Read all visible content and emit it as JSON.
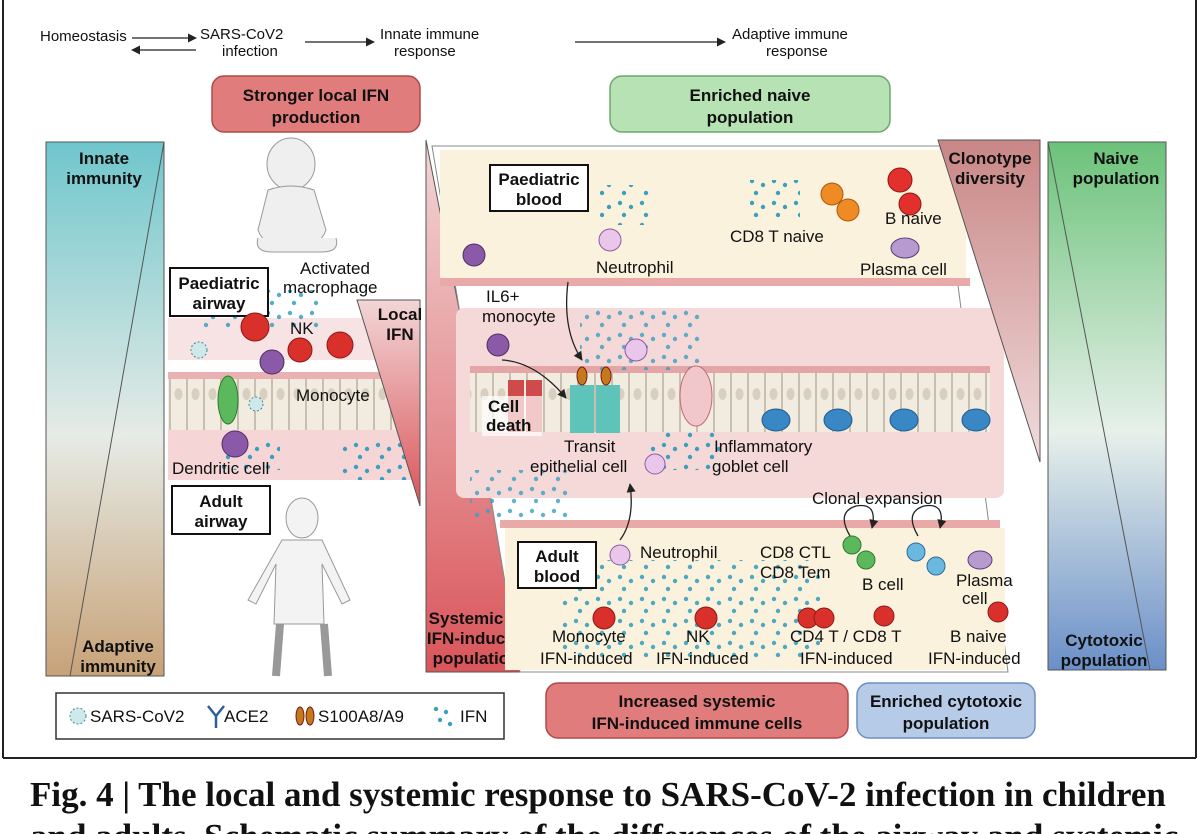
{
  "flow": {
    "homeostasis": "Homeostasis",
    "infection": [
      "SARS-CoV2",
      "infection"
    ],
    "innate": [
      "Innate immune",
      "response"
    ],
    "adaptive": [
      "Adaptive immune",
      "response"
    ]
  },
  "boxes": {
    "local_ifn": [
      "Stronger local IFN",
      "production"
    ],
    "naive": [
      "Enriched naive",
      "population"
    ],
    "systemic": [
      "Increased systemic",
      "IFN-induced immune cells"
    ],
    "cytotoxic": [
      "Enriched cytotoxic",
      "population"
    ]
  },
  "bars": {
    "innate_immunity": [
      "Innate",
      "immunity"
    ],
    "adaptive_immunity": [
      "Adaptive",
      "immunity"
    ],
    "local_ifn": [
      "Local",
      "IFN"
    ],
    "systemic_ifn": [
      "Systemic",
      "IFN-induced",
      "population"
    ],
    "clonotype": [
      "Clonotype",
      "diversity"
    ],
    "naive_population": [
      "Naive",
      "population"
    ],
    "cytotoxic_population": [
      "Cytotoxic",
      "population"
    ]
  },
  "labels": {
    "paediatric_airway": [
      "Paediatric",
      "airway"
    ],
    "adult_airway": [
      "Adult",
      "airway"
    ],
    "paediatric_blood": [
      "Paediatric",
      "blood"
    ],
    "adult_blood": [
      "Adult",
      "blood"
    ],
    "activated_macrophage": [
      "Activated",
      "macrophage"
    ],
    "nk": "NK",
    "monocyte": "Monocyte",
    "dendritic_cell": "Dendritic cell",
    "neutrophil_top": "Neutrophil",
    "cd8_t_naive": "CD8 T naive",
    "b_naive_top": "B naive",
    "plasma_cell_top": "Plasma cell",
    "il6_monocyte": [
      "IL6+",
      "monocyte"
    ],
    "cell_death": [
      "Cell",
      "death"
    ],
    "transit_epithelial": [
      "Transit",
      "epithelial cell"
    ],
    "inflammatory_goblet": [
      "Inflammatory",
      "goblet cell"
    ],
    "clonal_expansion": "Clonal expansion",
    "neutrophil_bottom": "Neutrophil",
    "cd8_ctl": [
      "CD8 CTL",
      "CD8 Tem"
    ],
    "b_cell": "B cell",
    "plasma_cell_bottom": [
      "Plasma",
      "cell"
    ],
    "monocyte_ifn": [
      "Monocyte",
      "IFN-induced"
    ],
    "nk_ifn": [
      "NK",
      "IFN-induced"
    ],
    "cd4_cd8_ifn": [
      "CD4 T / CD8 T",
      "IFN-induced"
    ],
    "b_naive_ifn": [
      "B naive",
      "IFN-induced"
    ]
  },
  "legend": {
    "sars": "SARS-CoV2",
    "ace2": "ACE2",
    "s100": "S100A8/A9",
    "ifn": "IFN"
  },
  "caption": {
    "line1": "Fig. 4 | The local and systemic response to SARS-CoV-2 infection in children",
    "line2": "and adults. Schematic summary of the differences of the airway and systemic"
  },
  "colors": {
    "red_box": "#e07c7c",
    "green_box": "#b7e3b4",
    "blue_box": "#b6cbe8",
    "teal": "#62c3c5",
    "green": "#5cb85c",
    "red_cell": "#d9302c",
    "orange_cell": "#f08a24",
    "purple_cell": "#8a5aa8"
  }
}
